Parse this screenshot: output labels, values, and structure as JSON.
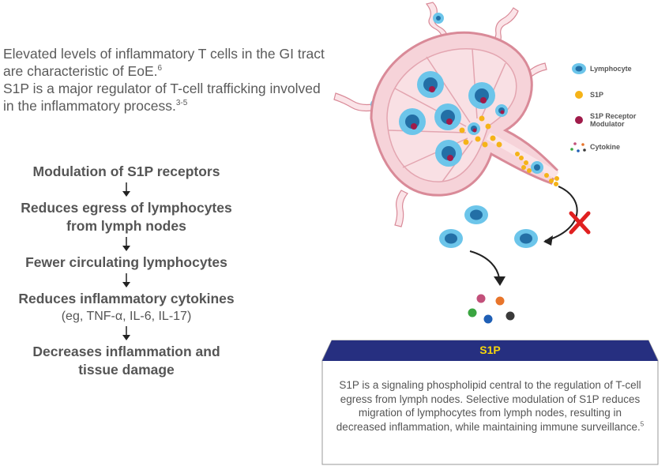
{
  "intro": {
    "line1": "Elevated levels of inflammatory T cells in the GI tract are characteristic of EoE.",
    "line1_ref": "6",
    "line2": "S1P is a major regulator of T-cell trafficking involved in the inflammatory process.",
    "line2_ref": "3-5"
  },
  "flow": {
    "steps": [
      {
        "label": "Modulation of S1P receptors"
      },
      {
        "label": "Reduces egress of lymphocytes from lymph nodes"
      },
      {
        "label": "Fewer circulating lymphocytes"
      },
      {
        "label": "Reduces inflammatory cytokines",
        "sub": "(eg, TNF-α, IL-6,  IL-17)"
      },
      {
        "label": "Decreases inflammation and tissue damage"
      }
    ]
  },
  "legend": {
    "items": [
      {
        "label": "Lymphocyte",
        "icon": "lymphocyte-icon"
      },
      {
        "label": "S1P",
        "icon": "s1p-dot-icon",
        "color": "#f5b318"
      },
      {
        "label": "S1P Receptor Modulator",
        "icon": "modulator-dot-icon",
        "color": "#a01b4a"
      },
      {
        "label": "Cytokine",
        "icon": "cytokine-dots-icon"
      }
    ]
  },
  "infobox": {
    "title": "S1P",
    "text": "S1P is a signaling phospholipid central to the regulation of T-cell egress from lymph nodes. Selective modulation of S1P reduces migration of lymphocytes from lymph nodes, resulting in decreased inflammation, while maintaining immune surveillance.",
    "ref": "5"
  },
  "colors": {
    "node_fill": "#f6d3d9",
    "node_stroke": "#d98a98",
    "lymphocyte": "#6cc5ea",
    "lymphocyte_core": "#236fa6",
    "s1p": "#f5b318",
    "modulator": "#a01b4a",
    "header_bar": "#262f80",
    "header_text": "#f5d50c",
    "block_x": "#e02020",
    "cytokines": [
      "#c2507a",
      "#e8752b",
      "#3aa541",
      "#1f5fb5",
      "#3a3a3a"
    ]
  }
}
